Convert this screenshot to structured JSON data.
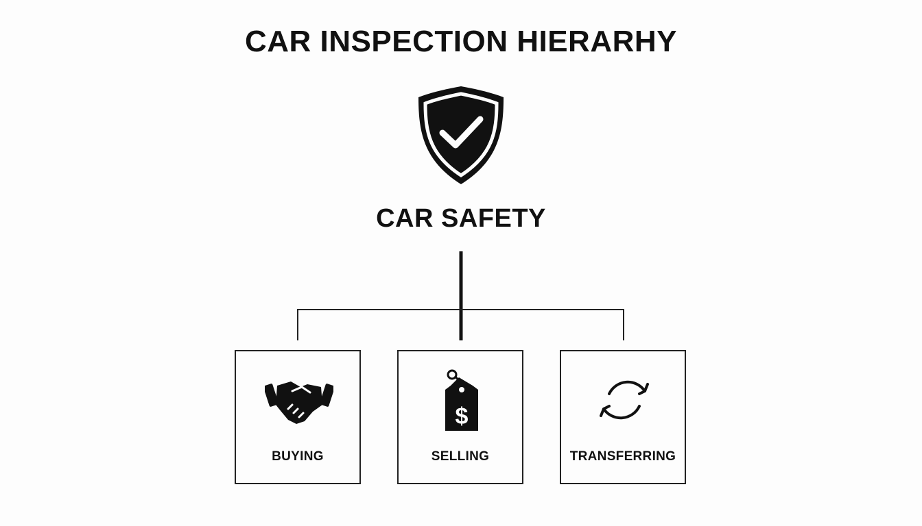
{
  "title": "CAR INSPECTION HIERARHY",
  "root": {
    "label": "CAR SAFETY",
    "icon": "shield-check-icon"
  },
  "children": [
    {
      "label": "BUYING",
      "icon": "handshake-icon"
    },
    {
      "label": "SELLING",
      "icon": "price-tag-dollar-icon"
    },
    {
      "label": "TRANSFERRING",
      "icon": "refresh-arrows-icon"
    }
  ],
  "colors": {
    "ink": "#111111",
    "background": "#fdfdfd"
  }
}
